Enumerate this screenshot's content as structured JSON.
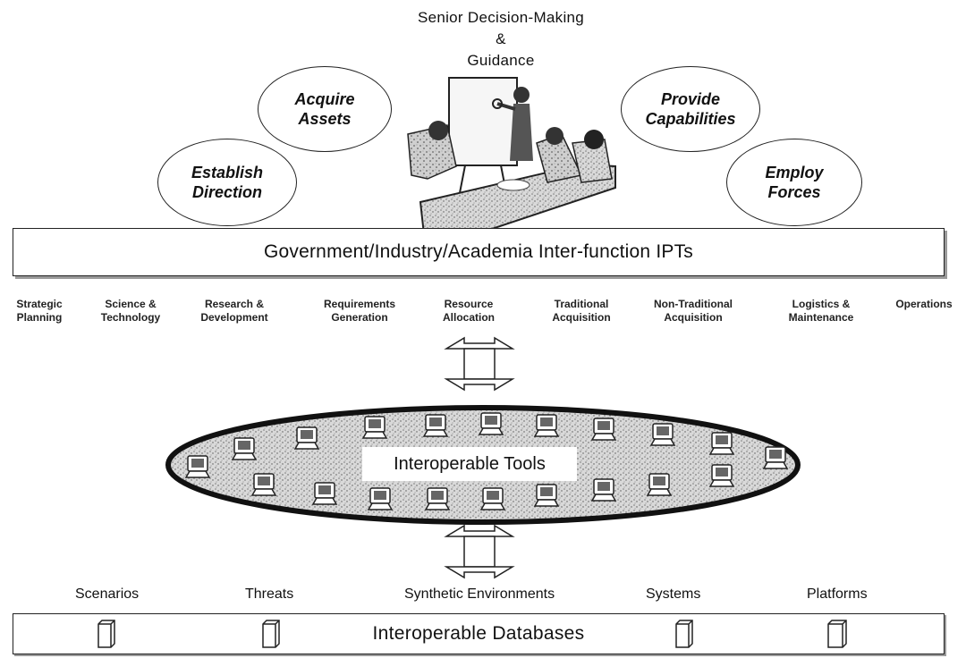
{
  "header": {
    "line1": "Senior Decision-Making",
    "line2": "&",
    "line3": "Guidance"
  },
  "roles": {
    "acquire": [
      "Acquire",
      "Assets"
    ],
    "establish": [
      "Establish",
      "Direction"
    ],
    "provide": [
      "Provide",
      "Capabilities"
    ],
    "employ": [
      "Employ",
      "Forces"
    ]
  },
  "ipt_bar": "Government/Industry/Academia Inter-function IPTs",
  "functions": [
    "Strategic\nPlanning",
    "Science &\nTechnology",
    "Research &\nDevelopment",
    "Requirements\nGeneration",
    "Resource\nAllocation",
    "Traditional\nAcquisition",
    "Non-Traditional\nAcquisition",
    "Logistics &\nMaintenance",
    "Operations"
  ],
  "tools": "Interoperable Tools",
  "databases": {
    "labels": [
      "Scenarios",
      "Threats",
      "Synthetic Environments",
      "Systems",
      "Platforms"
    ],
    "title": "Interoperable Databases"
  }
}
